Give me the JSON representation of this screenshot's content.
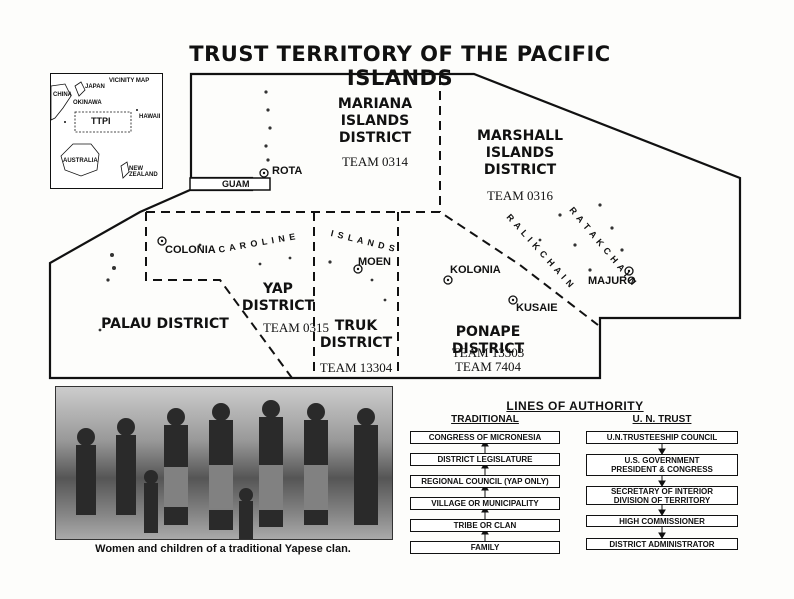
{
  "title": "TRUST TERRITORY OF THE PACIFIC ISLANDS",
  "vicinity_map": {
    "title": "VICINITY MAP",
    "labels": [
      "CHINA",
      "JAPAN",
      "OKINAWA",
      "HAWAII",
      "AUSTRALIA",
      "NEW ZEALAND"
    ],
    "ttpi_label": "TTPI"
  },
  "districts": [
    {
      "name": "MARIANA ISLANDS DISTRICT",
      "lines": [
        "MARIANA",
        "ISLANDS",
        "DISTRICT"
      ],
      "team": "TEAM 0314"
    },
    {
      "name": "MARSHALL ISLANDS DISTRICT",
      "lines": [
        "MARSHALL",
        "ISLANDS",
        "DISTRICT"
      ],
      "team": "TEAM 0316"
    },
    {
      "name": "YAP DISTRICT",
      "lines": [
        "YAP",
        "DISTRICT"
      ],
      "team": "TEAM 0315"
    },
    {
      "name": "TRUK DISTRICT",
      "lines": [
        "TRUK",
        "DISTRICT"
      ],
      "team": "TEAM 13304"
    },
    {
      "name": "PALAU DISTRICT",
      "lines": [
        "PALAU DISTRICT"
      ],
      "team": ""
    },
    {
      "name": "PONAPE DISTRICT",
      "lines": [
        "PONAPE DISTRICT"
      ],
      "team": "TEAM 13303",
      "team2": "TEAM 7404"
    }
  ],
  "places": {
    "rota": "ROTA",
    "guam": "GUAM",
    "colonia_yap": "COLONIA",
    "moen": "MOEN",
    "kolonia": "KOLONIA",
    "kusaie": "KUSAIE",
    "majuro": "MAJURO"
  },
  "chains": {
    "caroline": "C A R O L I N E",
    "islands": "I S L A N D S",
    "ratak": "R A T A K   C H A I N",
    "ralik": "R A L I K   C H A I N"
  },
  "photo_caption": "Women and children of a traditional Yapese clan.",
  "lines_of_authority": {
    "title": "LINES OF AUTHORITY",
    "traditional": {
      "heading": "TRADITIONAL",
      "items": [
        "CONGRESS OF MICRONESIA",
        "DISTRICT LEGISLATURE",
        "REGIONAL COUNCIL (YAP ONLY)",
        "VILLAGE OR MUNICIPALITY",
        "TRIBE OR CLAN",
        "FAMILY"
      ]
    },
    "un_trust": {
      "heading": "U. N. TRUST",
      "items": [
        "U.N.TRUSTEESHIP COUNCIL",
        "U.S. GOVERNMENT PRESIDENT & CONGRESS",
        "SECRETARY OF INTERIOR DIVISION OF TERRITORY",
        "HIGH COMMISSIONER",
        "DISTRICT ADMINISTRATOR"
      ]
    }
  }
}
